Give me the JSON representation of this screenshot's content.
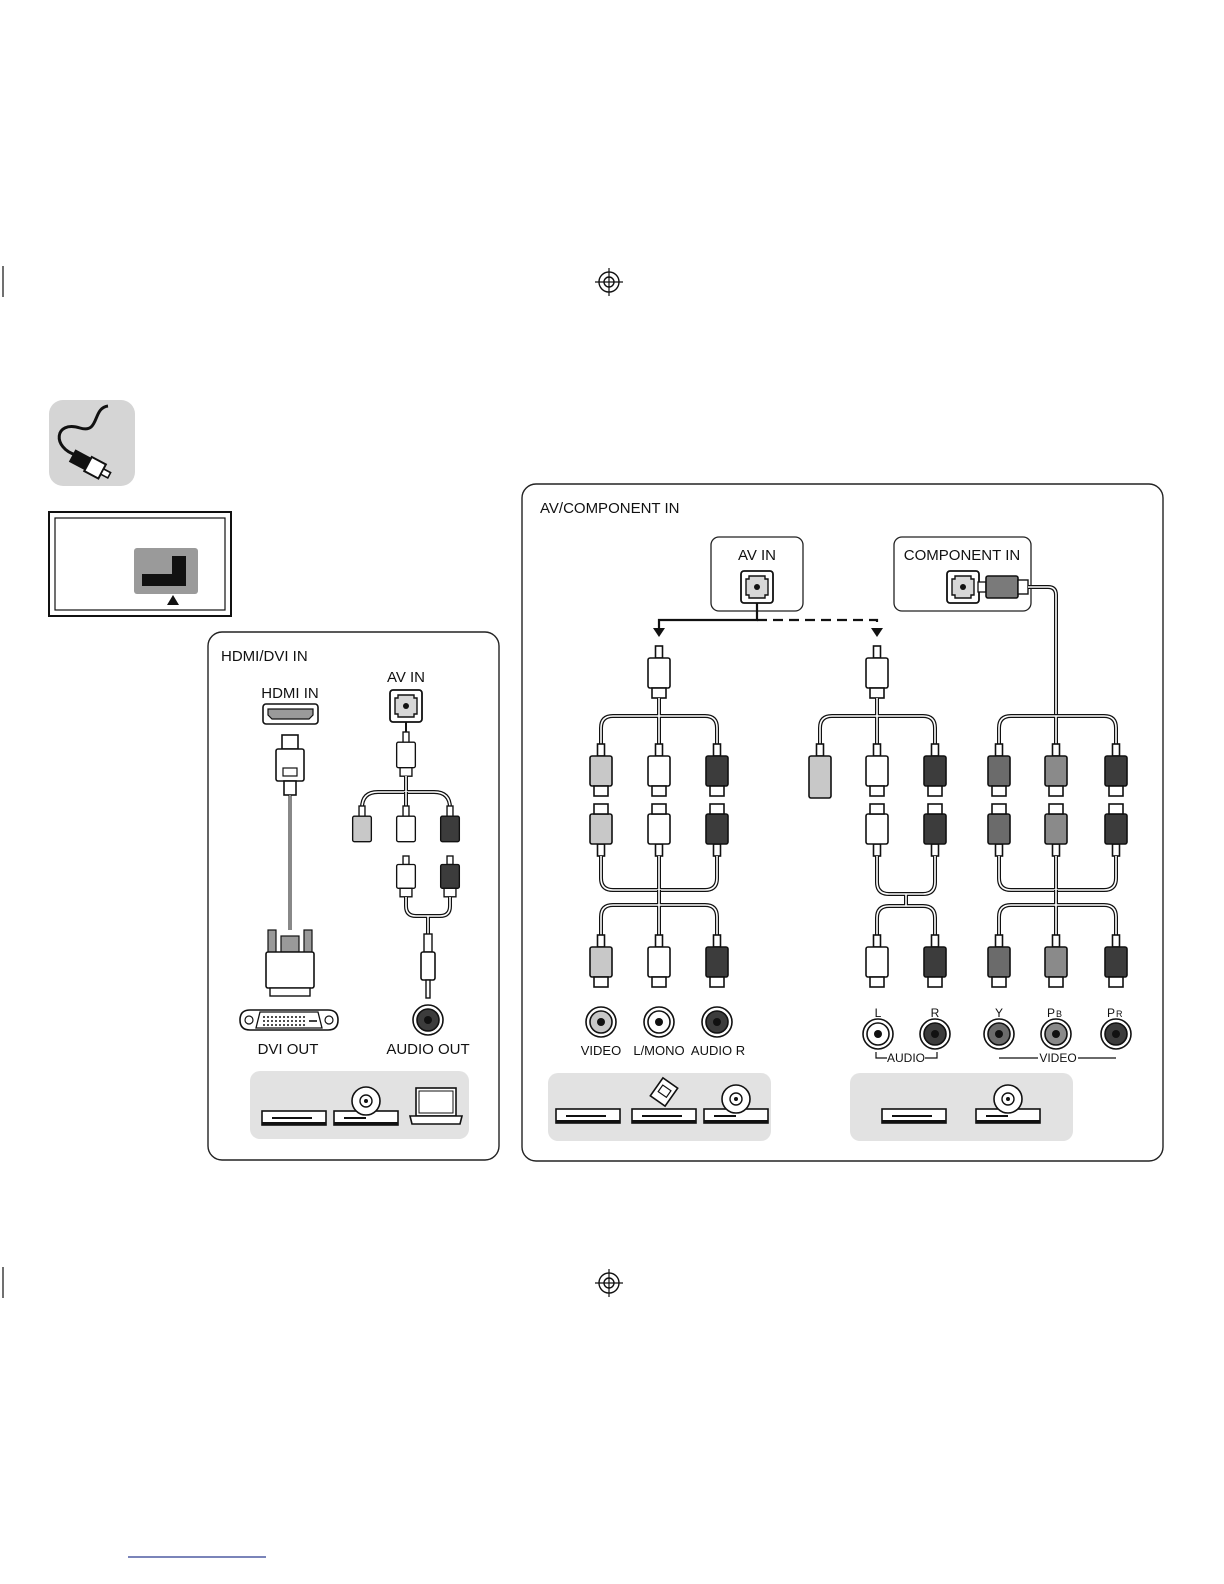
{
  "hdmi_panel": {
    "title": "HDMI/DVI IN",
    "hdmi_in_label": "HDMI IN",
    "av_in_label": "AV IN",
    "dvi_out_label": "DVI OUT",
    "audio_out_label": "AUDIO OUT"
  },
  "av_component_panel": {
    "title": "AV/COMPONENT IN",
    "av_in_label": "AV IN",
    "component_in_label": "COMPONENT IN",
    "jacks": {
      "video": "VIDEO",
      "l_mono": "L/MONO",
      "audio_r": "AUDIO R",
      "l": "L",
      "r": "R",
      "y": "Y",
      "pb_main": "P",
      "pb_sub": "B",
      "pr_main": "P",
      "pr_sub": "R"
    },
    "group_audio": "AUDIO",
    "group_video": "VIDEO"
  },
  "colors": {
    "line": "#111111",
    "plug_white": "#ffffff",
    "plug_gray": "#c8c8c8",
    "plug_mid": "#7a7a7a",
    "plug_dark": "#3c3c3c",
    "panel_border": "#222222",
    "device_bg": "#e2e2e2",
    "icon_bg": "#d5d5d5"
  }
}
